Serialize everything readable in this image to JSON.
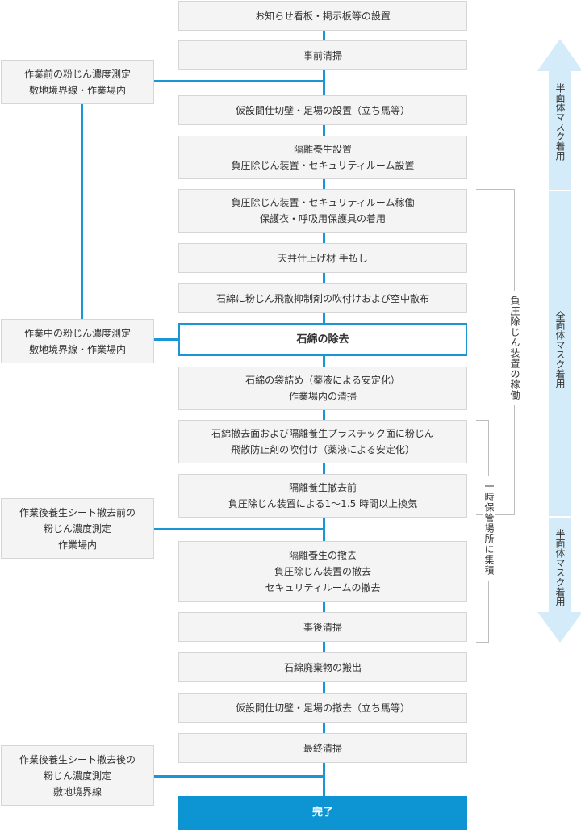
{
  "steps": [
    {
      "lines": [
        "お知らせ看板・掲示板等の設置"
      ]
    },
    {
      "lines": [
        "事前清掃"
      ]
    },
    {
      "lines": [
        "仮設間仕切壁・足場の設置（立ち馬等）"
      ]
    },
    {
      "lines": [
        "隔離養生設置",
        "負圧除じん装置・セキュリティルーム設置"
      ]
    },
    {
      "lines": [
        "負圧除じん装置・セキュリティルーム稼働",
        "保護衣・呼吸用保護具の着用"
      ]
    },
    {
      "lines": [
        "天井仕上げ材 手払し"
      ]
    },
    {
      "lines": [
        "石綿に粉じん飛散抑制剤の吹付けおよび空中散布"
      ]
    },
    {
      "lines": [
        "石綿の除去"
      ]
    },
    {
      "lines": [
        "石綿の袋詰め（薬液による安定化）",
        "作業場内の清掃"
      ]
    },
    {
      "lines": [
        "石綿撤去面および隔離養生プラスチック面に粉じん",
        "飛散防止剤の吹付け（薬液による安定化）"
      ]
    },
    {
      "lines": [
        "隔離養生撤去前",
        "負圧除じん装置による1〜1.5 時間以上換気"
      ]
    },
    {
      "lines": [
        "隔離養生の撤去",
        "負圧除じん装置の撤去",
        "セキュリティルームの撤去"
      ]
    },
    {
      "lines": [
        "事後清掃"
      ]
    },
    {
      "lines": [
        "石綿廃棄物の搬出"
      ]
    },
    {
      "lines": [
        "仮設間仕切壁・足場の撤去（立ち馬等）"
      ]
    },
    {
      "lines": [
        "最終清掃"
      ]
    },
    {
      "lines": [
        "完了"
      ]
    }
  ],
  "side_notes": [
    {
      "lines": [
        "作業前の粉じん濃度測定",
        "敷地境界線・作業場内"
      ]
    },
    {
      "lines": [
        "作業中の粉じん濃度測定",
        "敷地境界線・作業場内"
      ]
    },
    {
      "lines": [
        "作業後養生シート撤去前の",
        "粉じん濃度測定",
        "作業場内"
      ]
    },
    {
      "lines": [
        "作業後養生シート撤去後の",
        "粉じん濃度測定",
        "敷地境界線"
      ]
    }
  ],
  "brackets": {
    "negative_pressure": "負圧除じん装置の稼働",
    "temporary_storage": "一時保管場所に集積"
  },
  "mask_arrow": {
    "top_label": "半面体マスク着用",
    "middle_label": "全面体マスク着用",
    "bottom_label": "半面体マスク着用",
    "color": "#d4ecf9"
  },
  "colors": {
    "accent": "#1a96d6",
    "done": "#0d94d2"
  }
}
